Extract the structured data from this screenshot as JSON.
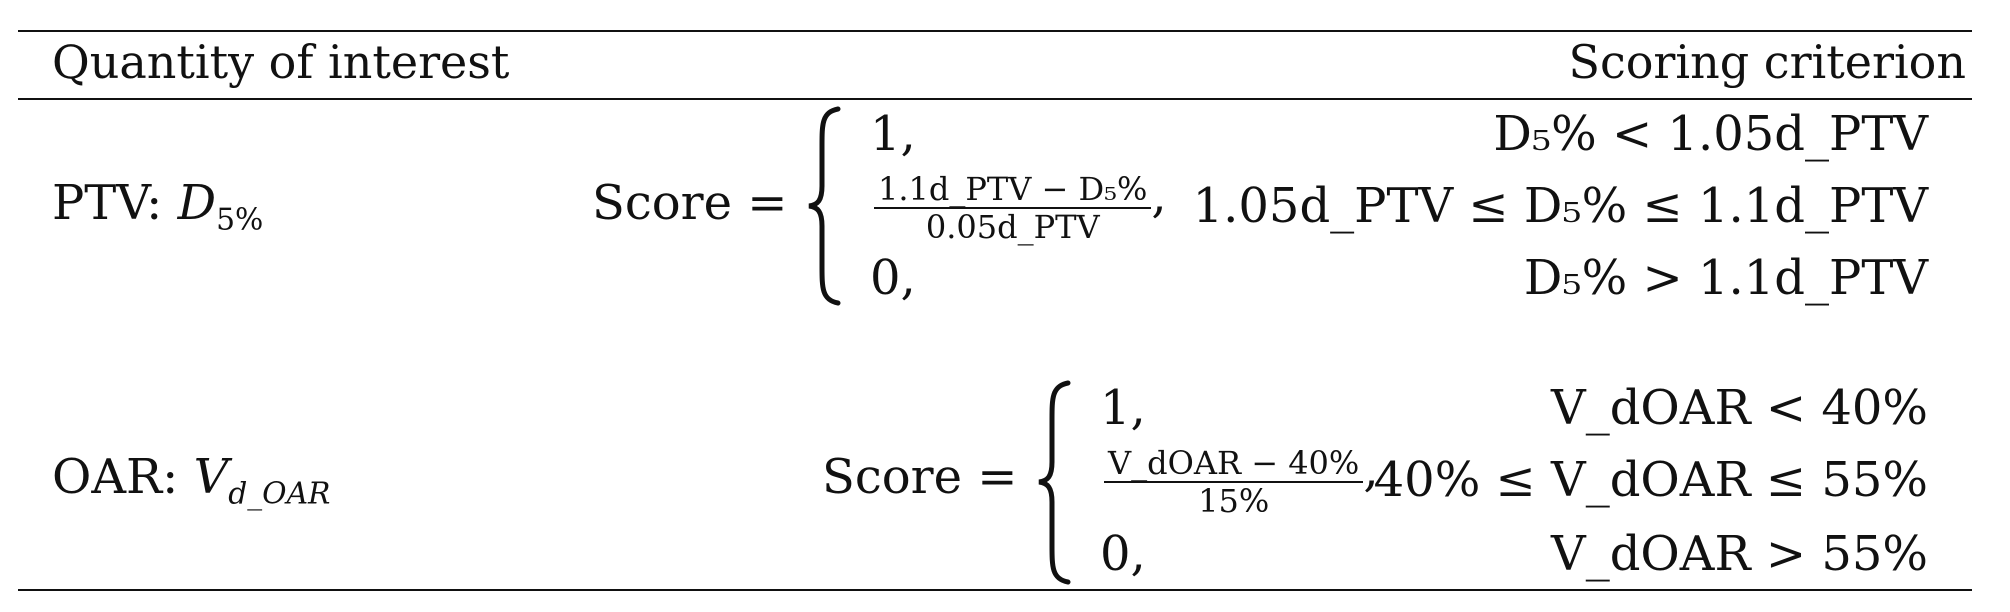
{
  "table": {
    "header": {
      "left": "Quantity of interest",
      "right": "Scoring criterion"
    },
    "rows": [
      {
        "quantity_prefix": "PTV: ",
        "quantity_symbol": "D",
        "quantity_sub": "5%",
        "score_word": "Score =",
        "cases": [
          {
            "value": "1,",
            "condition": "D₅% < 1.05d_PTV"
          },
          {
            "value_num": "1.1d_PTV − D₅%",
            "value_den": "0.05d_PTV",
            "value_suffix": ",",
            "condition": "1.05d_PTV ≤ D₅% ≤ 1.1d_PTV"
          },
          {
            "value": "0,",
            "condition": "D₅% > 1.1d_PTV"
          }
        ]
      },
      {
        "quantity_prefix": "OAR: ",
        "quantity_symbol": "V",
        "quantity_sub": "d_OAR",
        "score_word": "Score =",
        "cases": [
          {
            "value": "1,",
            "condition": "V_dOAR < 40%"
          },
          {
            "value_num": "V_dOAR − 40%",
            "value_den": "15%",
            "value_suffix": ",",
            "condition": "40% ≤ V_dOAR ≤ 55%"
          },
          {
            "value": "0,",
            "condition": "V_dOAR > 55%"
          }
        ]
      }
    ]
  }
}
